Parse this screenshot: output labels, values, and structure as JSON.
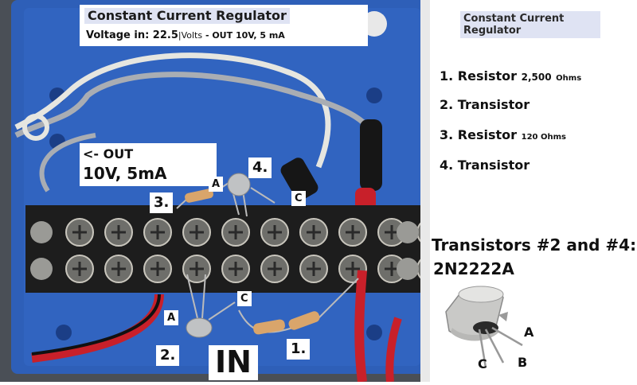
{
  "photo": {
    "title": "Constant Current  Regulator",
    "voltage_in_label": "Voltage in: 22.5",
    "voltage_units": "|Volts",
    "out_spec": " - OUT 10V, 5 mA",
    "out_arrow_label": "<- OUT",
    "out_value": "10V, 5mA",
    "num_labels": [
      "1.",
      "2.",
      "3.",
      "4."
    ],
    "pin_labels": {
      "a_top": "A",
      "c_top": "C",
      "a_bottom": "A",
      "c_bottom": "C"
    },
    "in_label": "IN"
  },
  "legend": {
    "title": "Constant Current Regulator",
    "items": [
      {
        "num": "1.",
        "name": "Resistor",
        "value": "2,500",
        "unit": "Ohms"
      },
      {
        "num": "2.",
        "name": "Transistor",
        "value": "",
        "unit": ""
      },
      {
        "num": "3.",
        "name": "Resistor",
        "value": "120 Ohms",
        "unit": ""
      },
      {
        "num": "4.",
        "name": "Transistor",
        "value": "",
        "unit": ""
      }
    ]
  },
  "transistors": {
    "heading": "Transistors #2 and #4:",
    "part": "2N2222A",
    "pins": {
      "a": "A",
      "b": "B",
      "c": "C"
    }
  },
  "colors": {
    "board_blue": "#2e5fb8",
    "terminal_black": "#1d1d1d",
    "wire_red": "#c8202a",
    "label_bg": "#dfe3f3"
  }
}
